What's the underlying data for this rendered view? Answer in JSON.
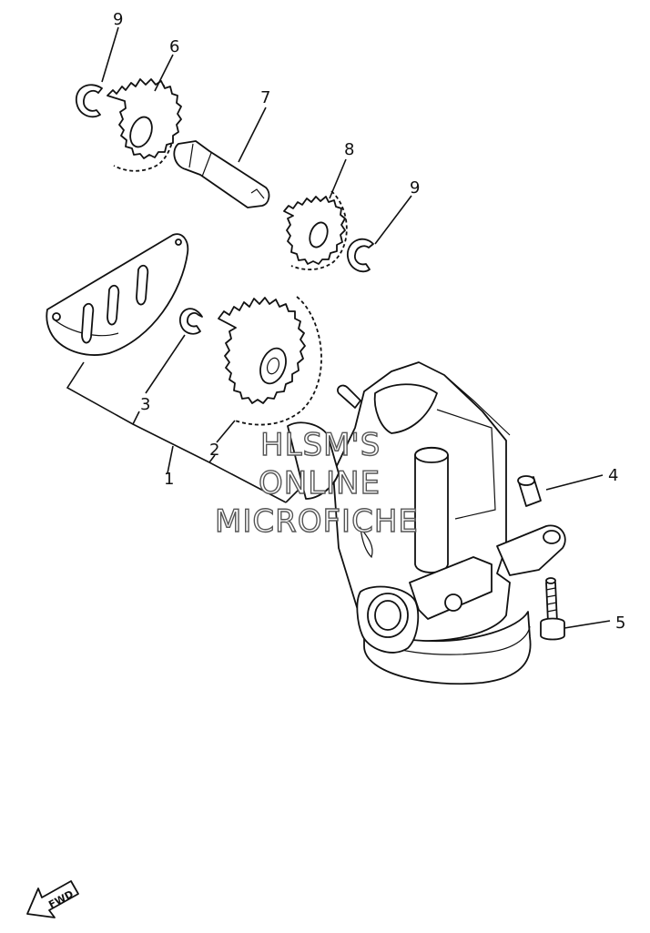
{
  "callouts": {
    "c1": "1",
    "c2": "2",
    "c3": "3",
    "c4": "4",
    "c5": "5",
    "c6": "6",
    "c7": "7",
    "c8": "8",
    "c9a": "9",
    "c9b": "9"
  },
  "watermark": {
    "line1": "HLSM'S",
    "line2": "ONLINE",
    "line3": "MICROFICHE"
  },
  "fwd_label": "FWD"
}
